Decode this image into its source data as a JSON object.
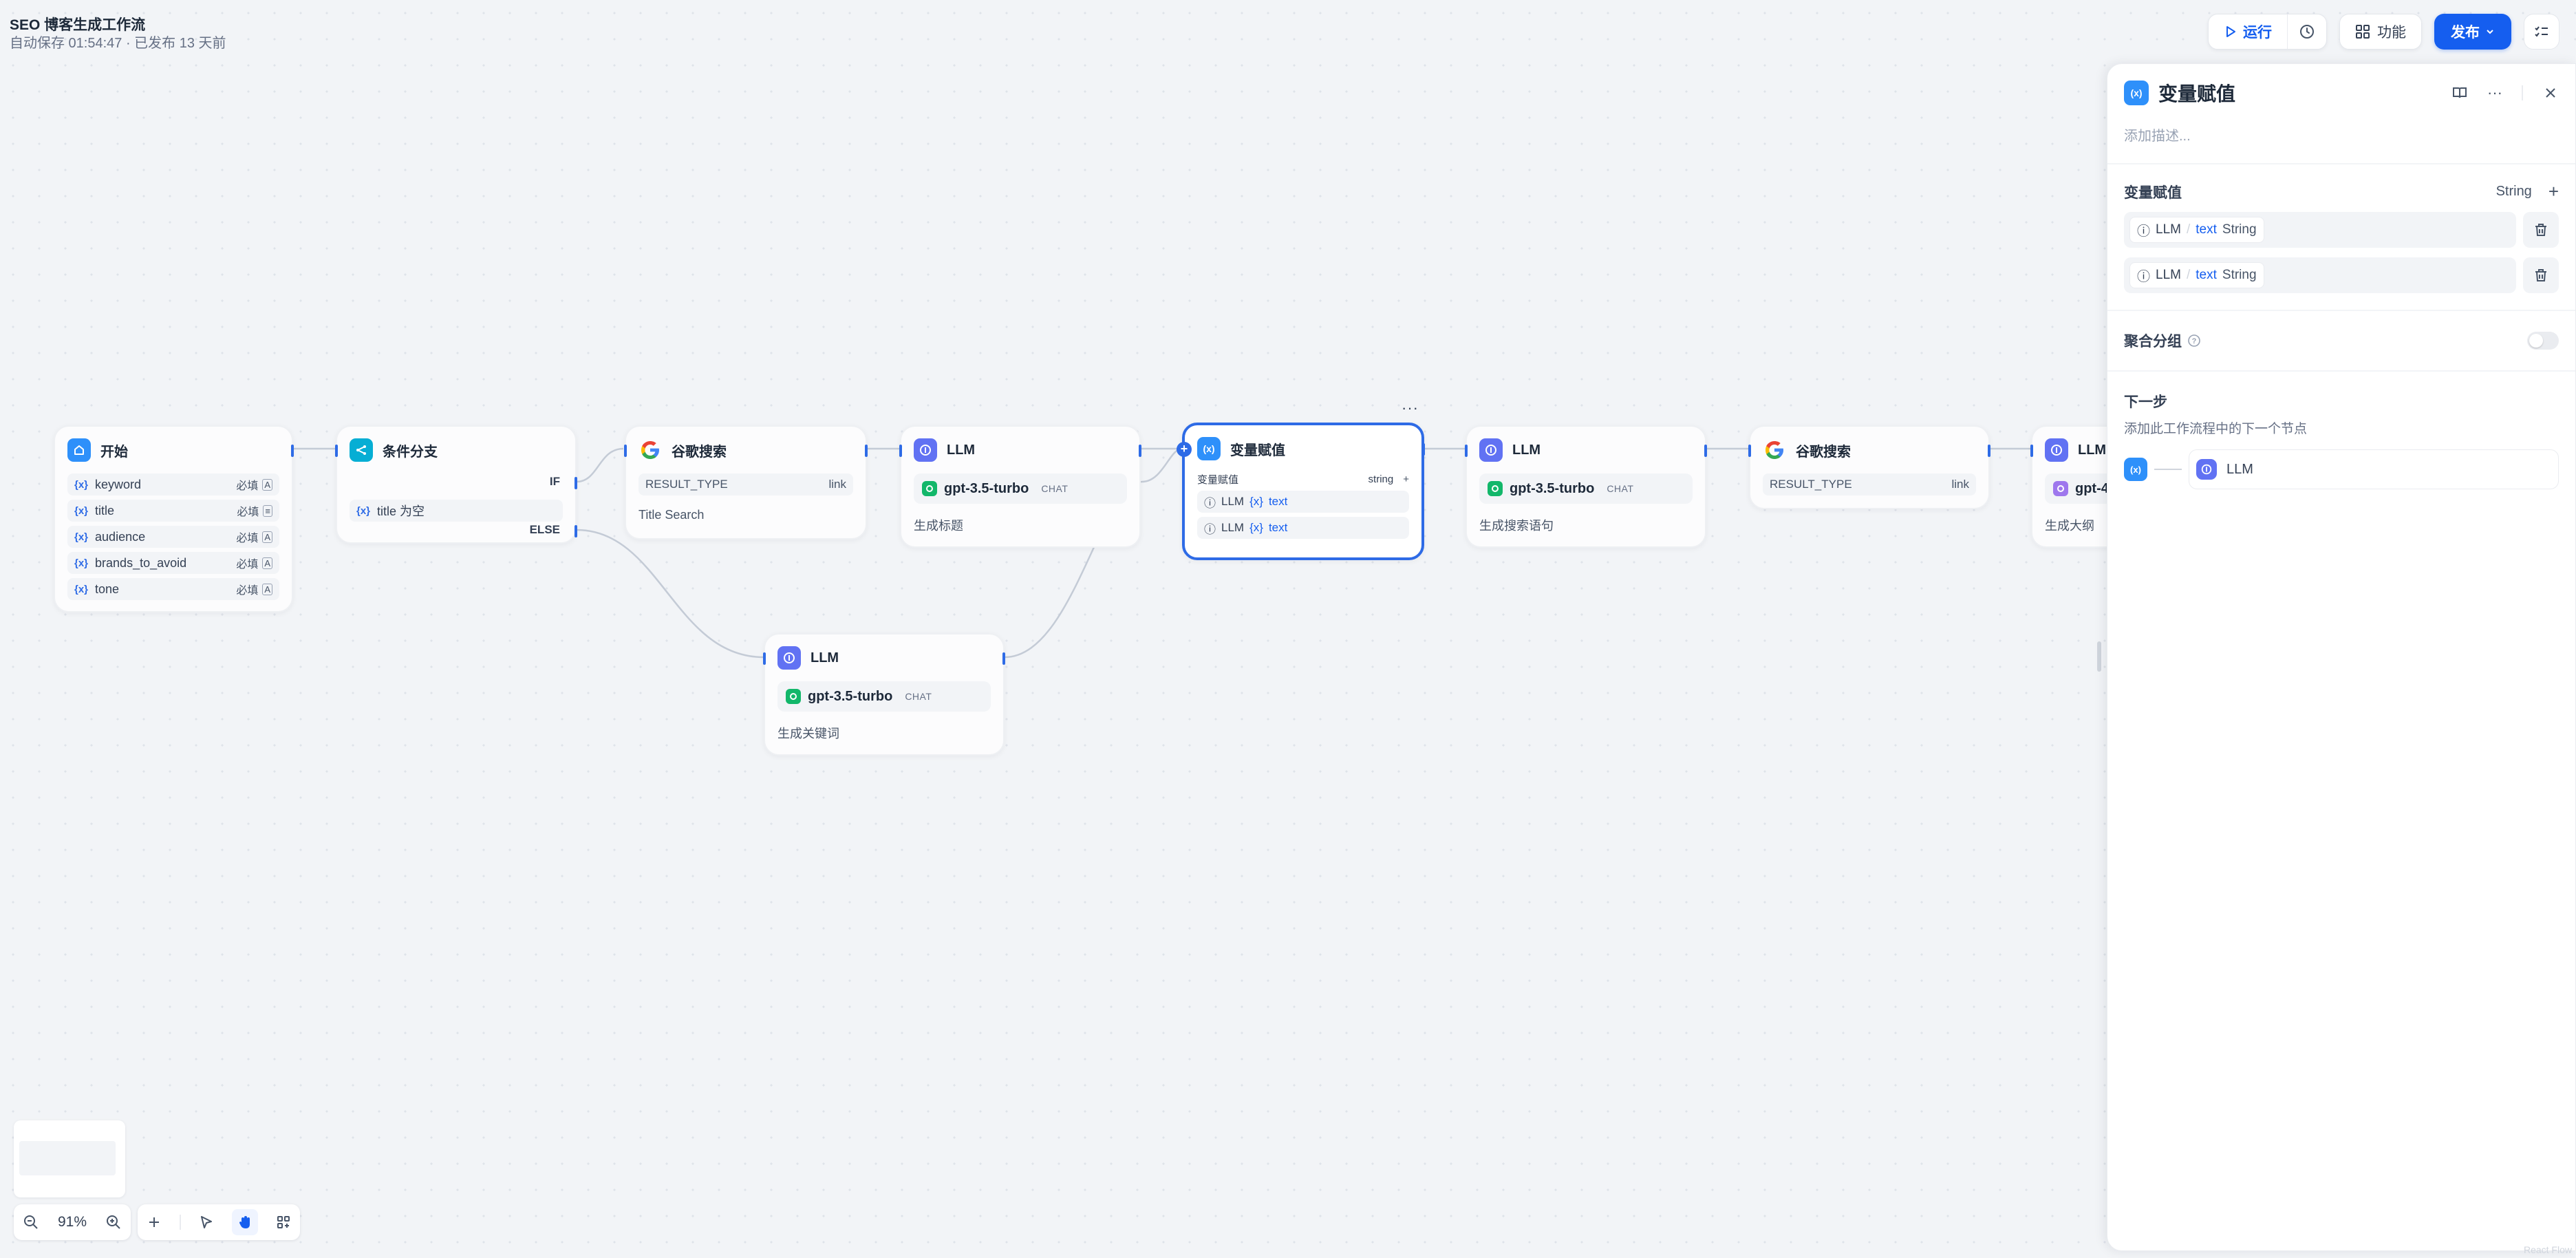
{
  "header": {
    "title": "SEO 博客生成工作流",
    "subtitle": "自动保存 01:54:47 · 已发布 13 天前"
  },
  "topbar": {
    "run_label": "运行",
    "features_label": "功能",
    "publish_label": "发布"
  },
  "nodes": {
    "start": {
      "title": "开始",
      "vars": [
        {
          "name": "keyword",
          "required": "必填"
        },
        {
          "name": "title",
          "required": "必填"
        },
        {
          "name": "audience",
          "required": "必填"
        },
        {
          "name": "brands_to_avoid",
          "required": "必填"
        },
        {
          "name": "tone",
          "required": "必填"
        }
      ]
    },
    "ifelse": {
      "title": "条件分支",
      "if_label": "IF",
      "else_label": "ELSE",
      "condition": "title 为空"
    },
    "google1": {
      "title": "谷歌搜索",
      "key": "RESULT_TYPE",
      "value": "link",
      "desc": "Title Search"
    },
    "llm1": {
      "title": "LLM",
      "model": "gpt-3.5-turbo",
      "mode": "CHAT",
      "desc": "生成标题"
    },
    "llm_kw": {
      "title": "LLM",
      "model": "gpt-3.5-turbo",
      "mode": "CHAT",
      "desc": "生成关键词"
    },
    "assigner": {
      "title": "变量赋值",
      "sub_label": "变量赋值",
      "type": "string",
      "rows": [
        {
          "src": "LLM",
          "var": "text"
        },
        {
          "src": "LLM",
          "var": "text"
        }
      ]
    },
    "llm2": {
      "title": "LLM",
      "model": "gpt-3.5-turbo",
      "mode": "CHAT",
      "desc": "生成搜索语句"
    },
    "google2": {
      "title": "谷歌搜索",
      "key": "RESULT_TYPE",
      "value": "link"
    },
    "llm3": {
      "title": "LLM",
      "model": "gpt-4",
      "desc": "生成大纲"
    }
  },
  "panel": {
    "title": "变量赋值",
    "desc_placeholder": "添加描述...",
    "section_title": "变量赋值",
    "section_type": "String",
    "vars": [
      {
        "src": "LLM",
        "var": "text",
        "type": "String"
      },
      {
        "src": "LLM",
        "var": "text",
        "type": "String"
      }
    ],
    "group_label": "聚合分组",
    "next_title": "下一步",
    "next_desc": "添加此工作流程中的下一个节点",
    "next_node": "LLM"
  },
  "zoom": "91%",
  "brand": "React Flow",
  "colors": {
    "accent": "#155eef",
    "canvas": "#f2f4f7",
    "selected_border": "#2e6be6"
  }
}
